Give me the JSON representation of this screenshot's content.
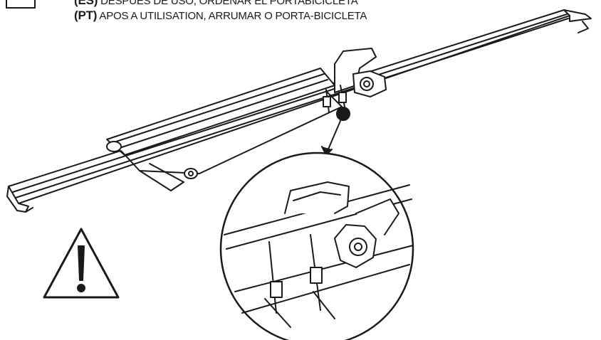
{
  "instructions": [
    {
      "lang": "(ES)",
      "text": "DESPUÉS DE USO, ORDENAR EL PORTABICICLETA"
    },
    {
      "lang": "(PT)",
      "text": "APOS A UTILISATION, ARRUMAR O PORTA-BICICLETA"
    }
  ],
  "icons": {
    "warning": "warning-triangle-icon",
    "detail_marker": "detail-dot-icon"
  },
  "colors": {
    "ink": "#1a1a1a",
    "paper": "#ffffff"
  }
}
